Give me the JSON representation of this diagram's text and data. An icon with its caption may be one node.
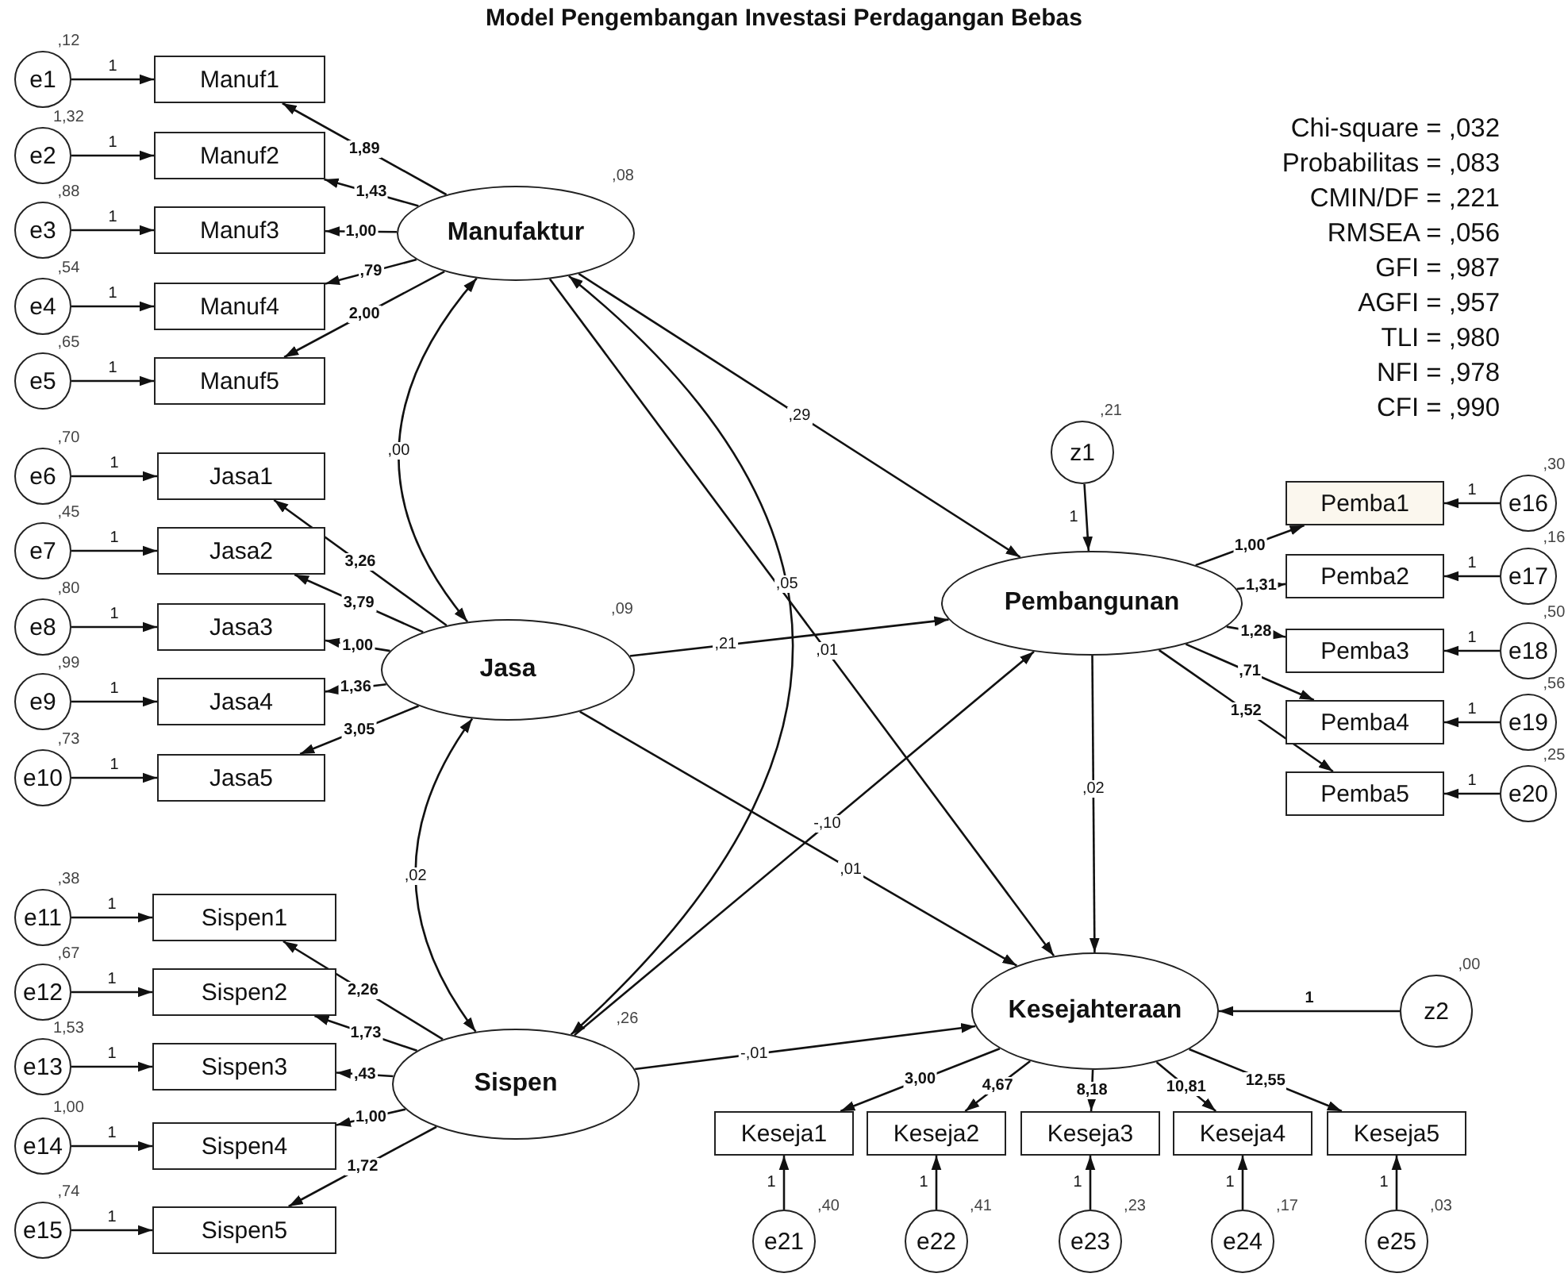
{
  "diagram": {
    "title": "Model Pengembangan Investasi Perdagangan Bebas",
    "nodes": [
      {
        "text": [
          "e1"
        ],
        "beside": [
          ",12"
        ]
      },
      {
        "text": [
          "e2"
        ],
        "beside": [
          "1,32"
        ]
      },
      {
        "text": [
          "e3"
        ],
        "beside": [
          ",88"
        ]
      },
      {
        "text": [
          "e4"
        ],
        "beside": [
          ",54"
        ]
      },
      {
        "text": [
          "e5"
        ],
        "beside": [
          ",65"
        ]
      },
      {
        "text": [
          "Manuf1"
        ]
      },
      {
        "text": [
          "Manuf2"
        ]
      },
      {
        "text": [
          "Manuf3"
        ]
      },
      {
        "text": [
          "Manuf4"
        ]
      },
      {
        "text": [
          "Manuf5"
        ]
      },
      {
        "text": [
          "Manufaktur"
        ],
        "beside": [
          ",08"
        ]
      },
      {
        "text": [
          "e6"
        ],
        "beside": [
          ",70"
        ]
      },
      {
        "text": [
          "e7"
        ],
        "beside": [
          ",45"
        ]
      },
      {
        "text": [
          "e8"
        ],
        "beside": [
          ",80"
        ]
      },
      {
        "text": [
          "e9"
        ],
        "beside": [
          ",99"
        ]
      },
      {
        "text": [
          "e10"
        ],
        "beside": [
          ",73"
        ]
      },
      {
        "text": [
          "Jasa1"
        ]
      },
      {
        "text": [
          "Jasa2"
        ]
      },
      {
        "text": [
          "Jasa3"
        ]
      },
      {
        "text": [
          "Jasa4"
        ]
      },
      {
        "text": [
          "Jasa5"
        ]
      },
      {
        "text": [
          "Jasa"
        ],
        "beside": [
          ",09"
        ]
      },
      {
        "text": [
          "e11"
        ],
        "beside": [
          ",38"
        ]
      },
      {
        "text": [
          "e12"
        ],
        "beside": [
          ",67"
        ]
      },
      {
        "text": [
          "e13"
        ],
        "beside": [
          "1,53"
        ]
      },
      {
        "text": [
          "e14"
        ],
        "beside": [
          "1,00"
        ]
      },
      {
        "text": [
          "e15"
        ],
        "beside": [
          ",74"
        ]
      },
      {
        "text": [
          "Sispen1"
        ]
      },
      {
        "text": [
          "Sispen2"
        ]
      },
      {
        "text": [
          "Sispen3"
        ]
      },
      {
        "text": [
          "Sispen4"
        ]
      },
      {
        "text": [
          "Sispen5"
        ]
      },
      {
        "text": [
          "Sispen"
        ],
        "beside": [
          ",26"
        ]
      },
      {
        "text": [
          "z1"
        ],
        "beside": [
          ",21"
        ]
      },
      {
        "text": [
          "Pembangunan"
        ]
      },
      {
        "text": [
          "Pemba1"
        ]
      },
      {
        "text": [
          "Pemba2"
        ]
      },
      {
        "text": [
          "Pemba3"
        ]
      },
      {
        "text": [
          "Pemba4"
        ]
      },
      {
        "text": [
          "Pemba5"
        ]
      },
      {
        "text": [
          "e16"
        ],
        "beside": [
          ",30"
        ]
      },
      {
        "text": [
          "e17"
        ],
        "beside": [
          ",16"
        ]
      },
      {
        "text": [
          "e18"
        ],
        "beside": [
          ",50"
        ]
      },
      {
        "text": [
          "e19"
        ],
        "beside": [
          ",56"
        ]
      },
      {
        "text": [
          "e20"
        ],
        "beside": [
          ",25"
        ]
      },
      {
        "text": [
          "Kesejahteraan"
        ]
      },
      {
        "text": [
          "z2"
        ],
        "beside": [
          ",00"
        ]
      },
      {
        "text": [
          "Keseja1"
        ]
      },
      {
        "text": [
          "Keseja2"
        ]
      },
      {
        "text": [
          "Keseja3"
        ]
      },
      {
        "text": [
          "Keseja4"
        ]
      },
      {
        "text": [
          "Keseja5"
        ]
      },
      {
        "text": [
          "e21"
        ],
        "beside": [
          ",40"
        ]
      },
      {
        "text": [
          "e22"
        ],
        "beside": [
          ",41"
        ]
      },
      {
        "text": [
          "e23"
        ],
        "beside": [
          ",23"
        ]
      },
      {
        "text": [
          "e24"
        ],
        "beside": [
          ",17"
        ]
      },
      {
        "text": [
          "e25"
        ],
        "beside": [
          ",03"
        ]
      }
    ],
    "edges": [
      {
        "from": 0,
        "to": 5,
        "arrow": "to",
        "label": "1"
      },
      {
        "from": 1,
        "to": 6,
        "arrow": "to",
        "label": "1"
      },
      {
        "from": 2,
        "to": 7,
        "arrow": "to",
        "label": "1"
      },
      {
        "from": 3,
        "to": 8,
        "arrow": "to",
        "label": "1"
      },
      {
        "from": 4,
        "to": 9,
        "arrow": "to",
        "label": "1"
      },
      {
        "from": 10,
        "to": 5,
        "arrow": "to",
        "label": "1,89"
      },
      {
        "from": 10,
        "to": 6,
        "arrow": "to",
        "label": "1,43"
      },
      {
        "from": 10,
        "to": 7,
        "arrow": "to",
        "label": "1,00"
      },
      {
        "from": 10,
        "to": 8,
        "arrow": "to",
        "label": ",79"
      },
      {
        "from": 10,
        "to": 9,
        "arrow": "to",
        "label": "2,00"
      },
      {
        "from": 11,
        "to": 16,
        "arrow": "to",
        "label": "1"
      },
      {
        "from": 12,
        "to": 17,
        "arrow": "to",
        "label": "1"
      },
      {
        "from": 13,
        "to": 18,
        "arrow": "to",
        "label": "1"
      },
      {
        "from": 14,
        "to": 19,
        "arrow": "to",
        "label": "1"
      },
      {
        "from": 15,
        "to": 20,
        "arrow": "to",
        "label": "1"
      },
      {
        "from": 21,
        "to": 16,
        "arrow": "to",
        "label": "3,26"
      },
      {
        "from": 21,
        "to": 17,
        "arrow": "to",
        "label": "3,79"
      },
      {
        "from": 21,
        "to": 18,
        "arrow": "to",
        "label": "1,00"
      },
      {
        "from": 21,
        "to": 19,
        "arrow": "to",
        "label": "1,36"
      },
      {
        "from": 21,
        "to": 20,
        "arrow": "to",
        "label": "3,05"
      },
      {
        "from": 22,
        "to": 27,
        "arrow": "to",
        "label": "1"
      },
      {
        "from": 23,
        "to": 28,
        "arrow": "to",
        "label": "1"
      },
      {
        "from": 24,
        "to": 29,
        "arrow": "to",
        "label": "1"
      },
      {
        "from": 25,
        "to": 30,
        "arrow": "to",
        "label": "1"
      },
      {
        "from": 26,
        "to": 31,
        "arrow": "to",
        "label": "1"
      },
      {
        "from": 32,
        "to": 27,
        "arrow": "to",
        "label": "2,26"
      },
      {
        "from": 32,
        "to": 28,
        "arrow": "to",
        "label": "1,73"
      },
      {
        "from": 32,
        "to": 29,
        "arrow": "to",
        "label": ",43"
      },
      {
        "from": 32,
        "to": 30,
        "arrow": "to",
        "label": "1,00"
      },
      {
        "from": 32,
        "to": 31,
        "arrow": "to",
        "label": "1,72"
      },
      {
        "from": 10,
        "to": 21,
        "arrow": "both",
        "label": ",00"
      },
      {
        "from": 21,
        "to": 32,
        "arrow": "both",
        "label": ",02"
      },
      {
        "from": 10,
        "to": 32,
        "arrow": "both",
        "label": ",05"
      },
      {
        "from": 10,
        "to": 34,
        "arrow": "to",
        "label": ",29"
      },
      {
        "from": 10,
        "to": 45,
        "arrow": "to",
        "label": ",01"
      },
      {
        "from": 21,
        "to": 34,
        "arrow": "to",
        "label": ",21"
      },
      {
        "from": 21,
        "to": 45,
        "arrow": "to",
        "label": ",01"
      },
      {
        "from": 32,
        "to": 34,
        "arrow": "to",
        "label": "-,10"
      },
      {
        "from": 32,
        "to": 45,
        "arrow": "to",
        "label": "-,01"
      },
      {
        "from": 33,
        "to": 34,
        "arrow": "to",
        "label": "1"
      },
      {
        "from": 34,
        "to": 35,
        "arrow": "to",
        "label": "1,00"
      },
      {
        "from": 34,
        "to": 36,
        "arrow": "to",
        "label": "1,31"
      },
      {
        "from": 34,
        "to": 37,
        "arrow": "to",
        "label": "1,28"
      },
      {
        "from": 34,
        "to": 38,
        "arrow": "to",
        "label": ",71"
      },
      {
        "from": 34,
        "to": 39,
        "arrow": "to",
        "label": "1,52"
      },
      {
        "from": 40,
        "to": 35,
        "arrow": "to",
        "label": "1"
      },
      {
        "from": 41,
        "to": 36,
        "arrow": "to",
        "label": "1"
      },
      {
        "from": 42,
        "to": 37,
        "arrow": "to",
        "label": "1"
      },
      {
        "from": 43,
        "to": 38,
        "arrow": "to",
        "label": "1"
      },
      {
        "from": 44,
        "to": 39,
        "arrow": "to",
        "label": "1"
      },
      {
        "from": 34,
        "to": 45,
        "arrow": "to",
        "label": ",02"
      },
      {
        "from": 46,
        "to": 45,
        "arrow": "to",
        "label": "1"
      },
      {
        "from": 45,
        "to": 47,
        "arrow": "to",
        "label": "3,00"
      },
      {
        "from": 45,
        "to": 48,
        "arrow": "to",
        "label": "4,67"
      },
      {
        "from": 45,
        "to": 49,
        "arrow": "to",
        "label": "8,18"
      },
      {
        "from": 45,
        "to": 50,
        "arrow": "to",
        "label": "10,81"
      },
      {
        "from": 45,
        "to": 51,
        "arrow": "to",
        "label": "12,55"
      },
      {
        "from": 52,
        "to": 47,
        "arrow": "to",
        "label": "1"
      },
      {
        "from": 53,
        "to": 48,
        "arrow": "to",
        "label": "1"
      },
      {
        "from": 54,
        "to": 49,
        "arrow": "to",
        "label": "1"
      },
      {
        "from": 55,
        "to": 50,
        "arrow": "to",
        "label": "1"
      },
      {
        "from": 56,
        "to": 51,
        "arrow": "to",
        "label": "1"
      }
    ],
    "labels": [
      "Chi-square = ,032",
      "Probabilitas = ,083",
      "CMIN/DF = ,221",
      "RMSEA = ,056",
      "GFI = ,987",
      "AGFI = ,957",
      "TLI = ,980",
      "NFI = ,978",
      "CFI = ,990"
    ]
  }
}
